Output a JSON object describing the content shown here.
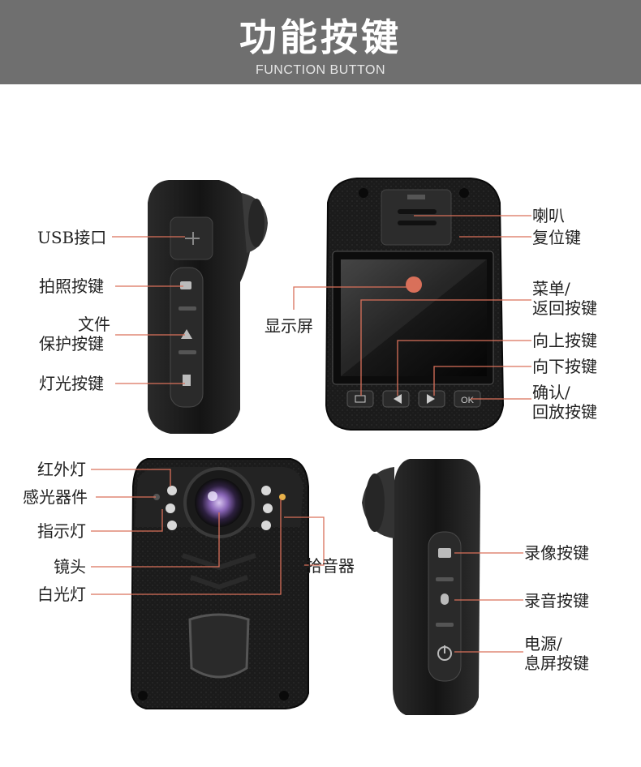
{
  "header": {
    "title": "功能按键",
    "subtitle": "FUNCTION BUTTON"
  },
  "colors": {
    "header_bg": "#6f6f6f",
    "callout_line": "#d9705a",
    "body": "#1c1c1c"
  },
  "labels": {
    "usb": "USB接口",
    "photo": "拍照按键",
    "file_protect_1": "文件",
    "file_protect_2": "保护按键",
    "light": "灯光按键",
    "display": "显示屏",
    "speaker": "喇叭",
    "reset": "复位键",
    "menu_1": "菜单/",
    "menu_2": "返回按键",
    "up": "向上按键",
    "down": "向下按键",
    "ok_1": "确认/",
    "ok_2": "回放按键",
    "infrared": "红外灯",
    "light_sensor": "感光器件",
    "indicator": "指示灯",
    "lens": "镜头",
    "white_light": "白光灯",
    "mic": "拾音器",
    "video": "录像按键",
    "audio": "录音按键",
    "power_1": "电源/",
    "power_2": "息屏按键"
  },
  "device": {
    "ok_button_text": "OK"
  }
}
